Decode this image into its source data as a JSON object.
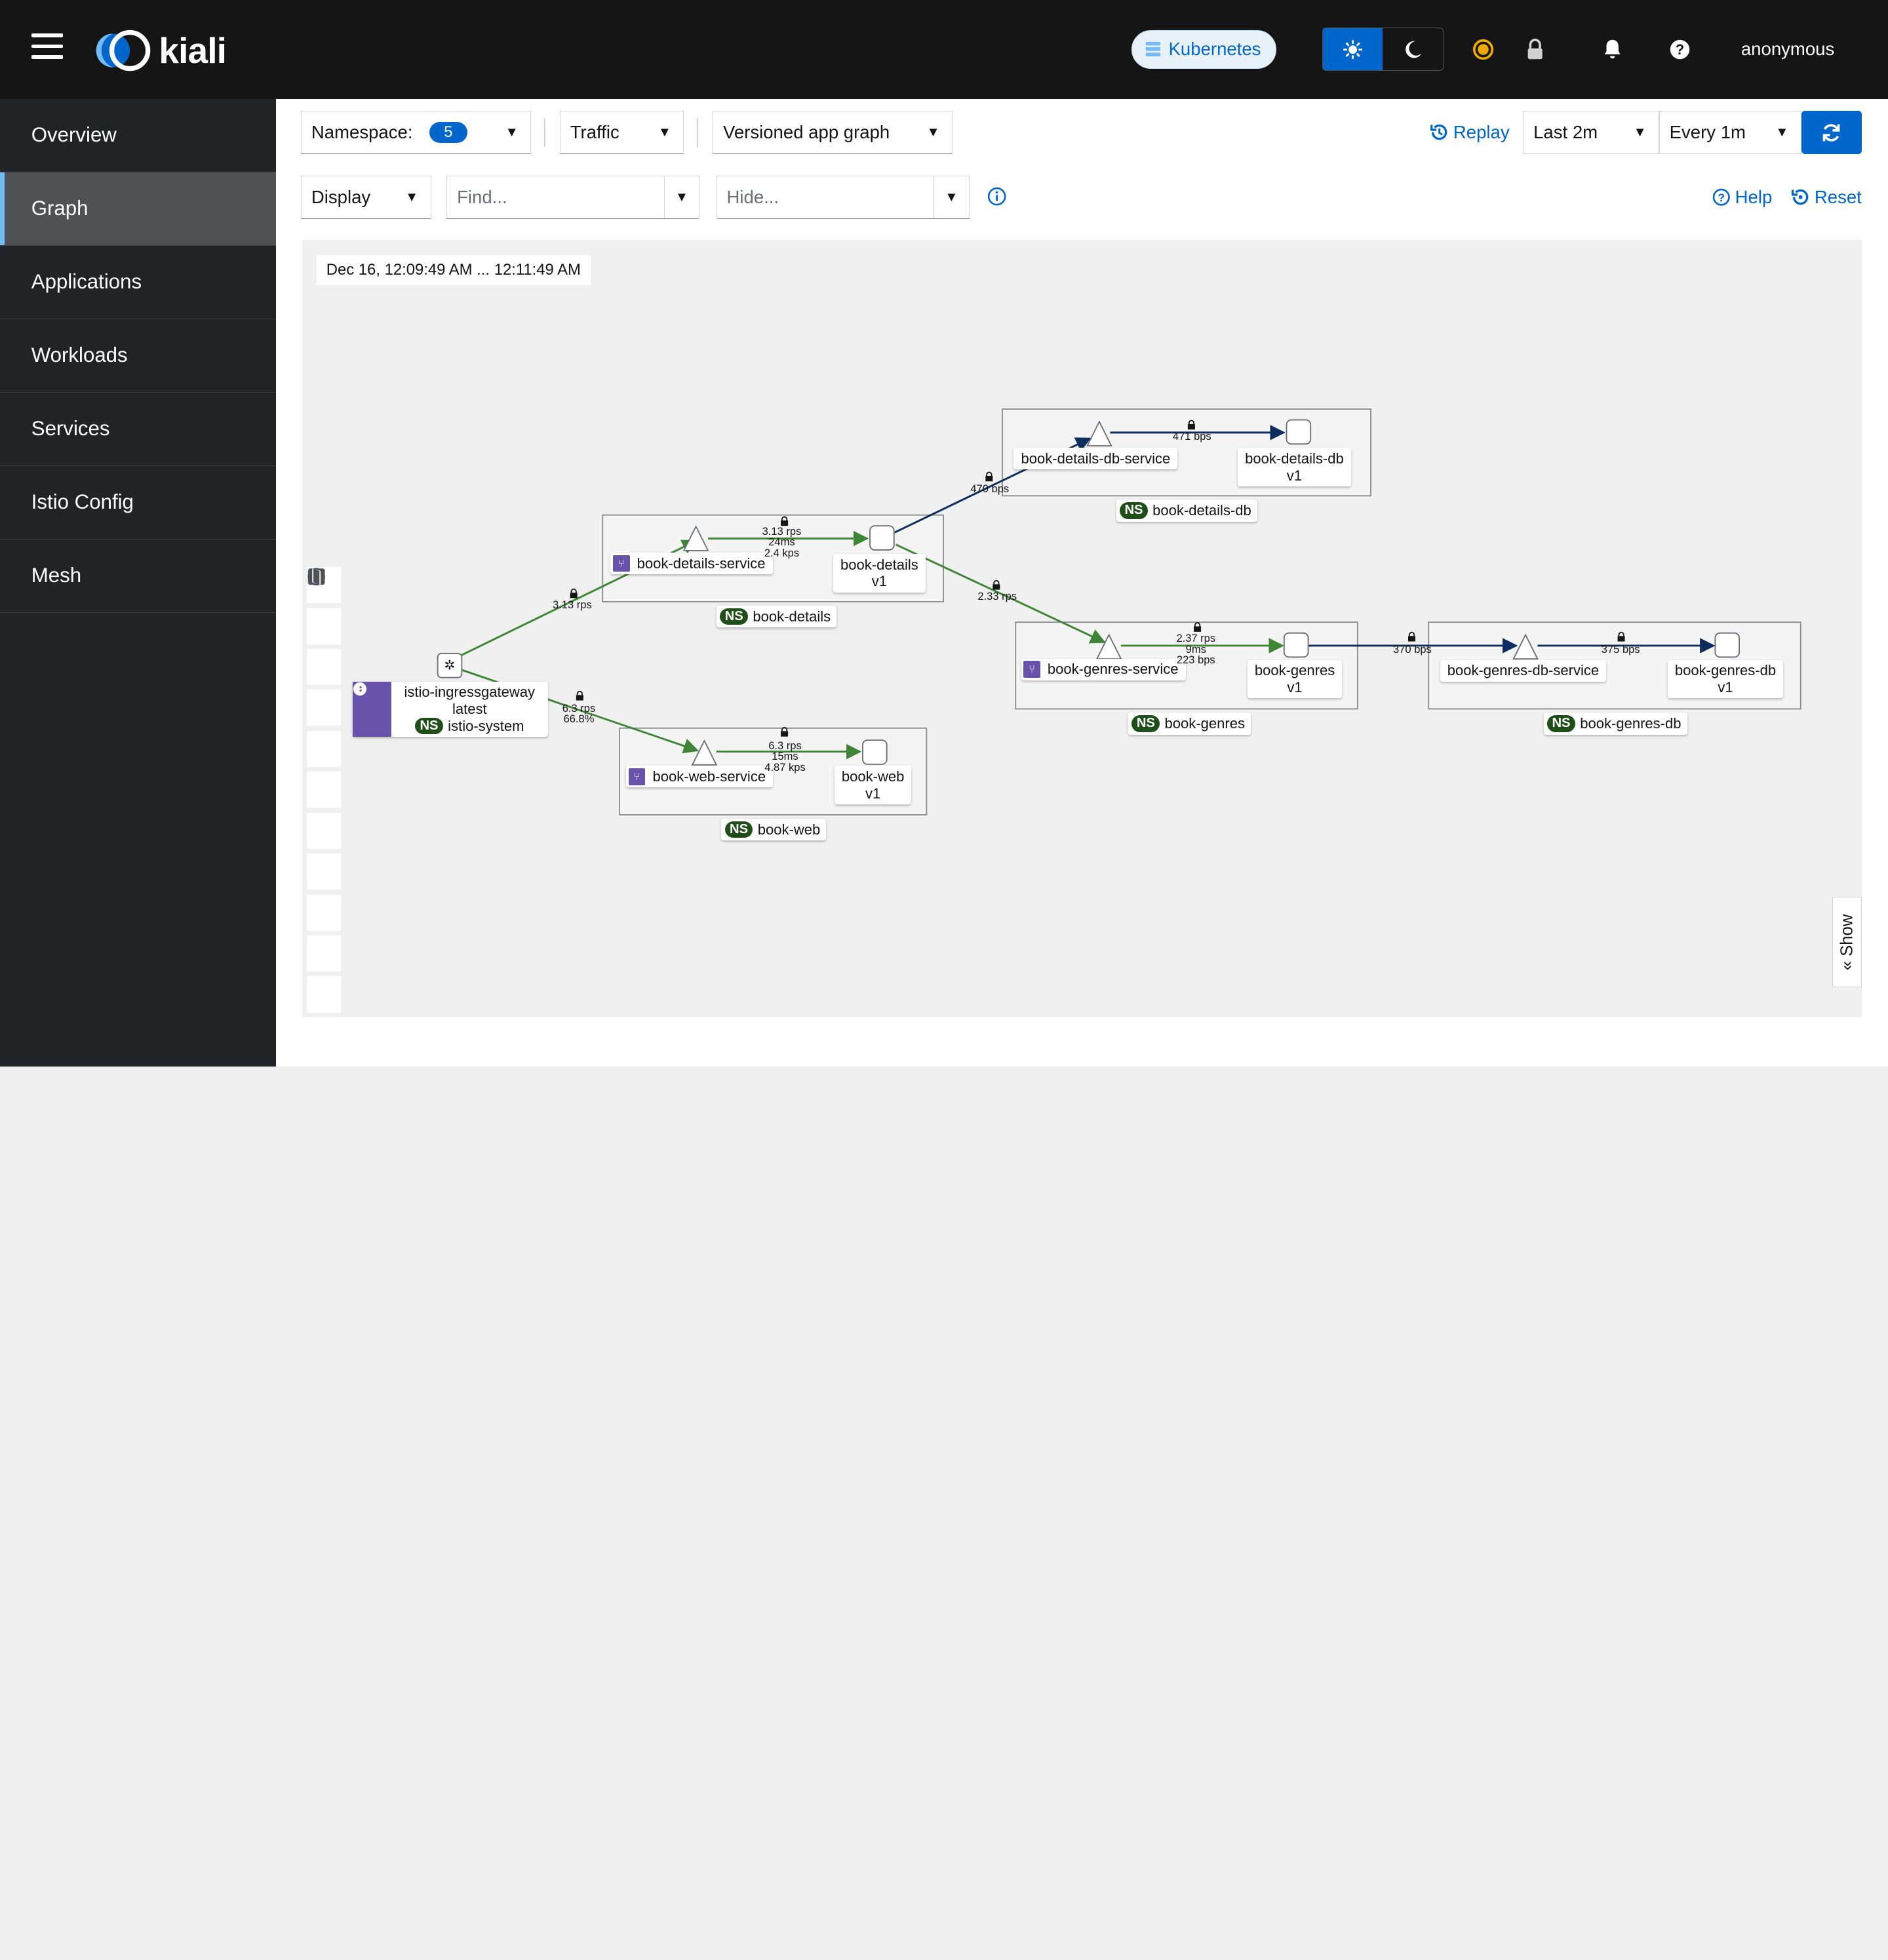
{
  "masthead": {
    "logo_text": "kiali",
    "cluster": "Kubernetes",
    "user": "anonymous",
    "icons": [
      "menu-icon",
      "sun-icon",
      "moon-icon",
      "status-warning-icon",
      "lock-icon",
      "bell-icon",
      "help-icon"
    ],
    "status_color": "#f0ab00"
  },
  "sidebar": {
    "items": [
      {
        "label": "Overview"
      },
      {
        "label": "Graph"
      },
      {
        "label": "Applications"
      },
      {
        "label": "Workloads"
      },
      {
        "label": "Services"
      },
      {
        "label": "Istio Config"
      },
      {
        "label": "Mesh"
      }
    ],
    "active": "Graph"
  },
  "toolbar": {
    "namespace_label": "Namespace:",
    "namespace_count": "5",
    "traffic": "Traffic",
    "graph_type": "Versioned app graph",
    "replay": "Replay",
    "duration": "Last 2m",
    "refresh_interval": "Every 1m",
    "display": "Display",
    "find_placeholder": "Find...",
    "hide_placeholder": "Hide...",
    "help": "Help",
    "reset": "Reset"
  },
  "graph": {
    "timestamp": "Dec 16, 12:09:49 AM ... 12:11:49 AM",
    "gateway": {
      "name": "istio-ingressgateway",
      "version": "latest",
      "ns": "istio-system"
    },
    "nodes": {
      "details_service": "book-details-service",
      "details_app": "book-details",
      "details_ver": "v1",
      "details_ns": "book-details",
      "details_db_service": "book-details-db-service",
      "details_db_app": "book-details-db",
      "details_db_ver": "v1",
      "details_db_ns": "book-details-db",
      "genres_service": "book-genres-service",
      "genres_app": "book-genres",
      "genres_ver": "v1",
      "genres_ns": "book-genres",
      "genres_db_service": "book-genres-db-service",
      "genres_db_app": "book-genres-db",
      "genres_db_ver": "v1",
      "genres_db_ns": "book-genres-db",
      "web_service": "book-web-service",
      "web_app": "book-web",
      "web_ver": "v1",
      "web_ns": "book-web"
    },
    "edges": {
      "gw_to_details": "3.13 rps",
      "gw_to_web_rps": "6.3 rps",
      "gw_to_web_pct": "66.8%",
      "details_svc_rps": "3.13 rps",
      "details_svc_ms": "24ms",
      "details_svc_kps": "2.4 kps",
      "details_to_db": "470 bps",
      "details_db_svc": "471 bps",
      "details_to_genres": "2.33 rps",
      "genres_svc_rps": "2.37 rps",
      "genres_svc_ms": "9ms",
      "genres_svc_kps": "223 bps",
      "genres_to_db": "370 bps",
      "genres_db_svc": "375 bps",
      "web_svc_rps": "6.3 rps",
      "web_svc_ms": "15ms",
      "web_svc_kps": "4.87 kps"
    },
    "show_tab": "Show",
    "ns_badge": "NS"
  },
  "colors": {
    "healthy_edge": "#3e8635",
    "tcp_edge": "#0c2d5e",
    "accent": "#0066cc",
    "service_badge": "#6753ac"
  }
}
